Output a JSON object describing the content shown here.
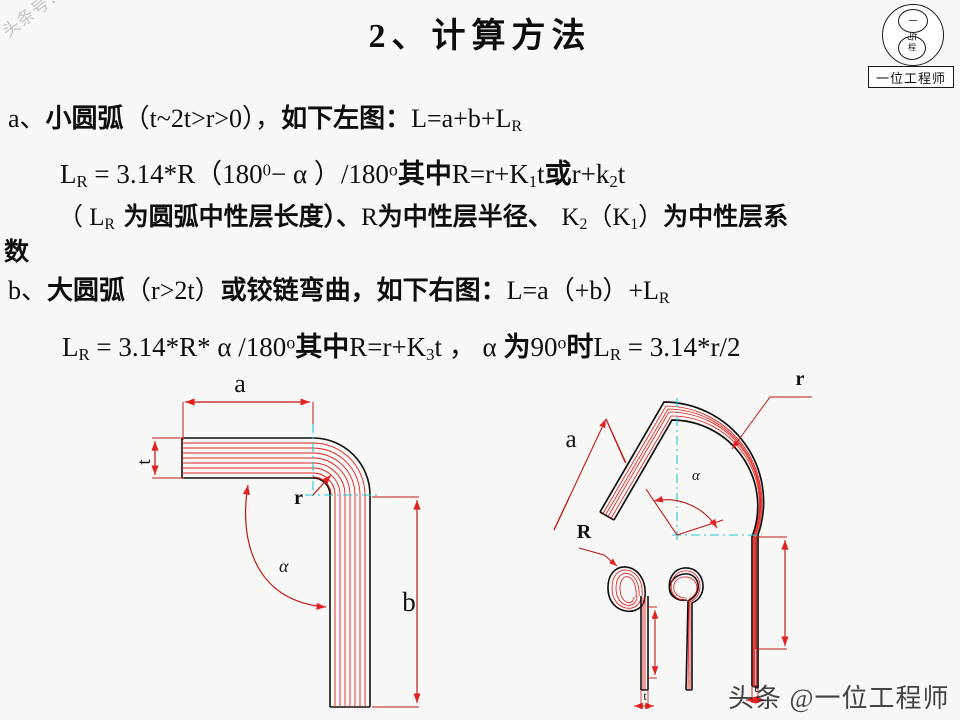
{
  "slide": {
    "title": "2、计算方法",
    "background_color": "#f8f8f6"
  },
  "logo": {
    "name": "一位工程师",
    "mark_top": "一",
    "mark_mid": "与",
    "mark_bottom": "程"
  },
  "watermarks": {
    "diagonal": "头条号：一位工程师",
    "bottom_right": "头条 @一位工程师"
  },
  "body_lines": {
    "a_label": "a、",
    "a_title": "小圆弧",
    "a_cond": "（t~2t>r>0），",
    "a_ref": "如下左图：",
    "a_formula": "L=a+b+L",
    "a_formula_sub": "R",
    "line2_prefix": "L",
    "line2_prefix_sub": "R",
    "line2_body": " = 3.14*R（180",
    "line2_sup": "0",
    "line2_body2": "− α ）/180",
    "line2_deg": "o",
    "line2_mid": "其中",
    "line2_tail": "R=r+K",
    "line2_tail_sub": "1",
    "line2_tail2": "t",
    "line2_or": "或",
    "line2_tail3": "r+k",
    "line2_tail3_sub": "2",
    "line2_tail4": "t",
    "line3_p1": "（ L",
    "line3_p1_sub": "R",
    "line3_p2": " 为圆弧中性层长度）、",
    "line3_p3": "R",
    "line3_p4": "为中性层半径、 ",
    "line3_p5": "K",
    "line3_p5_sub": "2",
    "line3_p6": "（K",
    "line3_p6_sub": "1",
    "line3_p7": "）",
    "line3_p8": "为中性层系",
    "line4": "数",
    "b_label": "b、",
    "b_title": "大圆弧",
    "b_cond": "（r>2t）",
    "b_mid": "或铰链弯曲，",
    "b_ref": "如下右图：",
    "b_formula": "L=a（+b）+L",
    "b_formula_sub": "R",
    "line6_prefix": "L",
    "line6_prefix_sub": "R",
    "line6_body": " = 3.14*R* α /180",
    "line6_deg": "o",
    "line6_mid": "其中",
    "line6_tail": "R=r+K",
    "line6_tail_sub": "3",
    "line6_tail2": "t ，  α ",
    "line6_when": "为",
    "line6_tail3": "90",
    "line6_deg2": "o",
    "line6_shi": "时",
    "line6_tail4": "L",
    "line6_tail4_sub": "R",
    "line6_tail5": " = 3.14*r/2"
  },
  "diagram_left": {
    "name": "small-radius-bend-diagram",
    "labels": {
      "a": "a",
      "b": "b",
      "t": "t",
      "r": "r",
      "alpha": "α"
    }
  },
  "diagram_right": {
    "name": "large-radius-bend-diagram",
    "labels": {
      "a": "a",
      "R": "R",
      "r": "r",
      "t": "t",
      "alpha": "α"
    }
  },
  "colors": {
    "outline": "#111111",
    "red": "#e02222",
    "red_dark": "#c01818",
    "cyan": "#21c7d6",
    "text": "#0e0e0e",
    "background": "#f8f8f6"
  }
}
